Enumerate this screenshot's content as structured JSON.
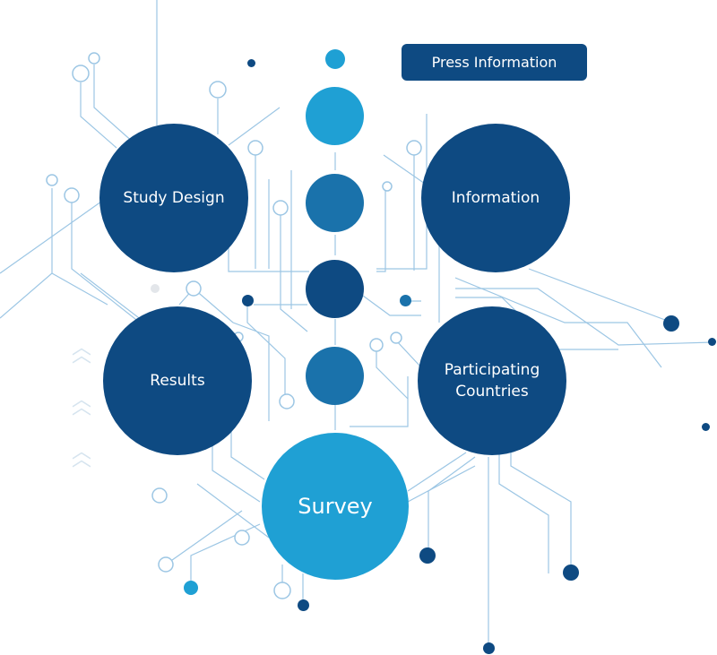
{
  "header": {
    "press_label": "Press Information"
  },
  "nodes": {
    "study_design": "Study Design",
    "information": "Information",
    "results": "Results",
    "participating_line1": "Participating",
    "participating_line2": "Countries",
    "survey": "Survey"
  },
  "colors": {
    "dark_blue": "#0e4a82",
    "mid_blue": "#1a72ab",
    "light_blue": "#1fa0d4",
    "line": "#9cc6e4"
  }
}
